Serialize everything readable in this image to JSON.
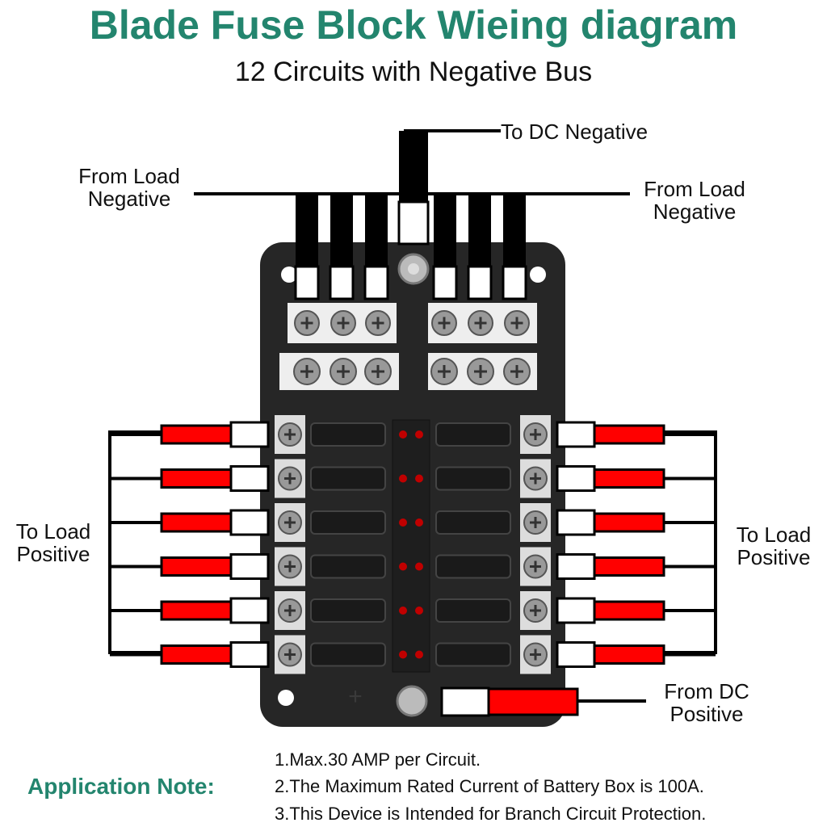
{
  "header": {
    "title": "Blade Fuse Block Wieing diagram",
    "subtitle": "12 Circuits with Negative Bus"
  },
  "labels": {
    "to_dc_negative": "To DC Negative",
    "from_load_negative_left": [
      "From Load",
      "Negative"
    ],
    "from_load_negative_right": [
      "From Load",
      "Negative"
    ],
    "to_load_positive_left": [
      "To Load",
      "Positive"
    ],
    "to_load_positive_right": [
      "To Load",
      "Positive"
    ],
    "from_dc_positive": [
      "From DC",
      "Positive"
    ]
  },
  "fuse_block": {
    "circuits": 12,
    "fuse_rows": 6,
    "negative_bus_terminals_per_side": 3,
    "led_indicators": 12
  },
  "colors": {
    "accent": "#23856e",
    "positive_wire": "#ff0000",
    "negative_wire": "#000000",
    "block_body": "#262626"
  },
  "application_note": {
    "title": "Application Note:",
    "items": [
      "1.Max.30 AMP per Circuit.",
      "2.The Maximum Rated Current of Battery Box is 100A.",
      "3.This Device is Intended for Branch Circuit Protection."
    ]
  }
}
